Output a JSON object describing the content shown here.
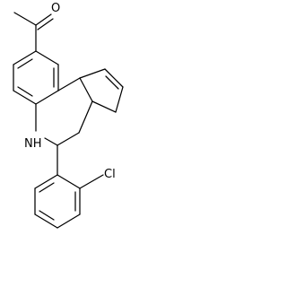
{
  "molecule": {
    "atom_labels": {
      "oxygen": "O",
      "nitrogen_hydrogen": "NH",
      "chlorine": "Cl"
    },
    "colors": {
      "bond": "#000000",
      "label": "#000000",
      "background": "#ffffff"
    }
  }
}
